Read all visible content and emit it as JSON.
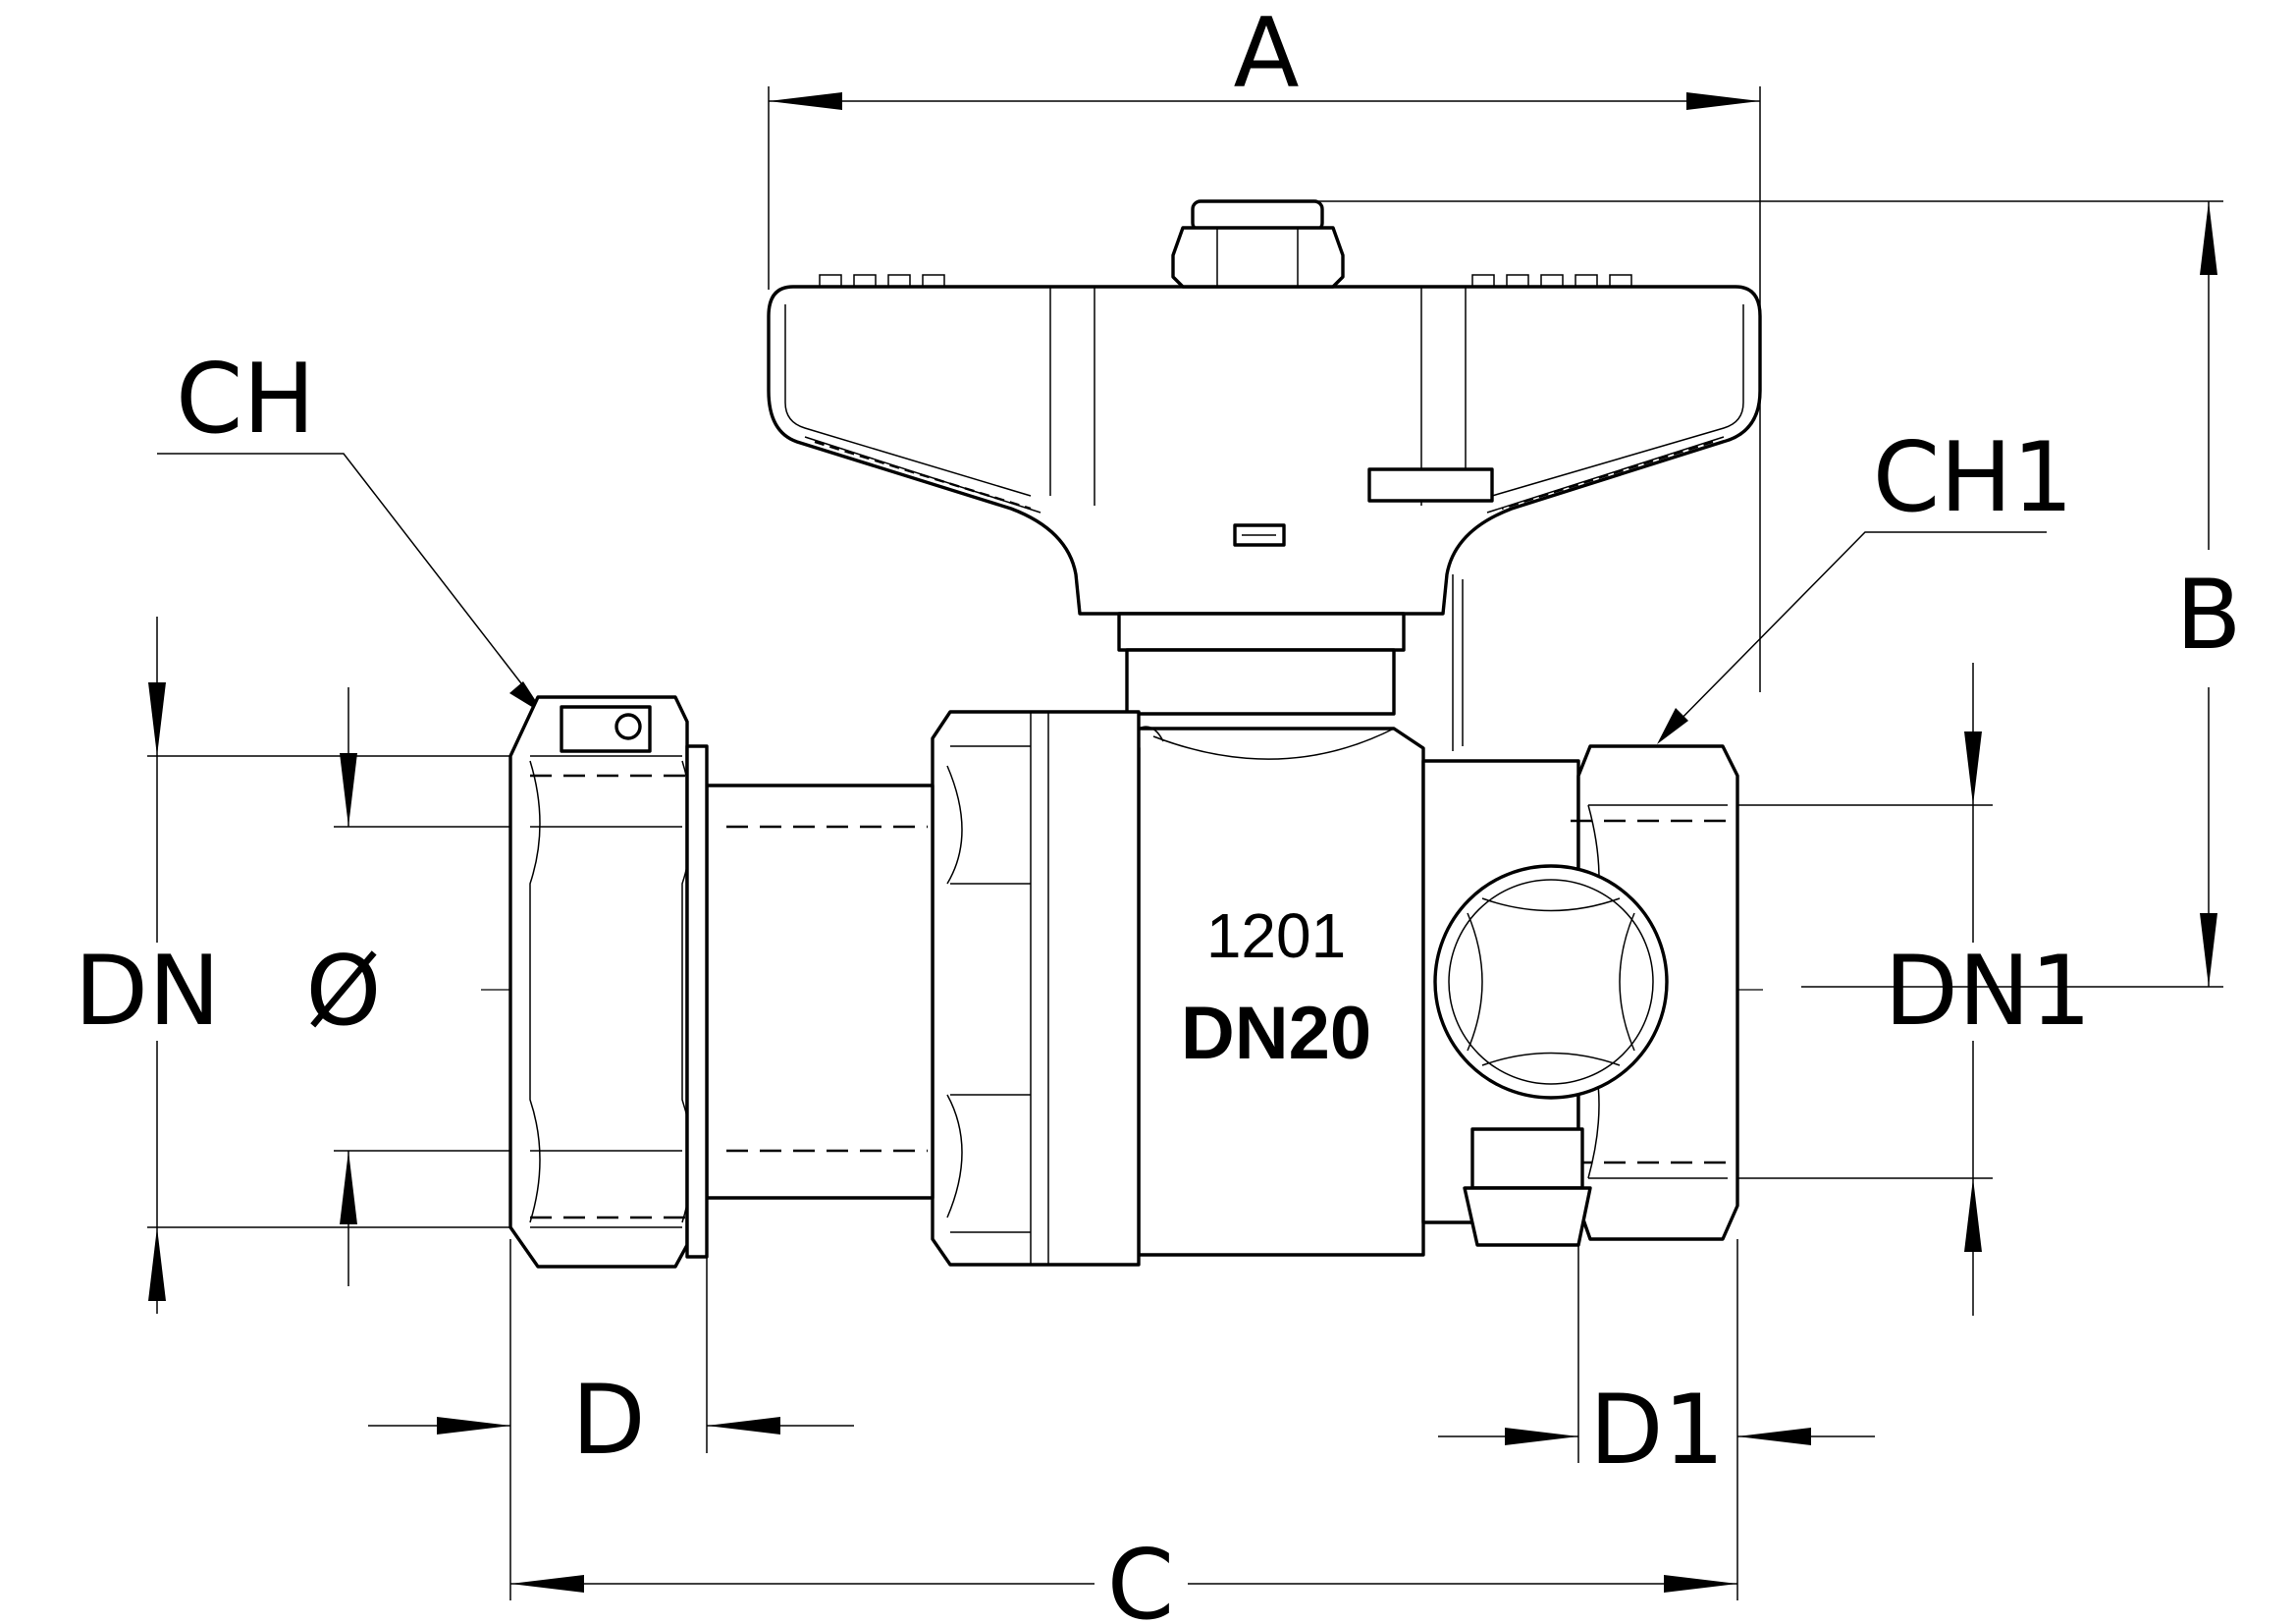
{
  "labels": {
    "A": "A",
    "B": "B",
    "C": "C",
    "CH": "CH",
    "CH1": "CH1",
    "D": "D",
    "D1": "D1",
    "DN": "DN",
    "DN1": "DN1",
    "diameter": "Ø"
  },
  "body_markings": {
    "code": "1201",
    "size": "DN20"
  },
  "colors": {
    "line": "#000000",
    "background": "#ffffff"
  }
}
